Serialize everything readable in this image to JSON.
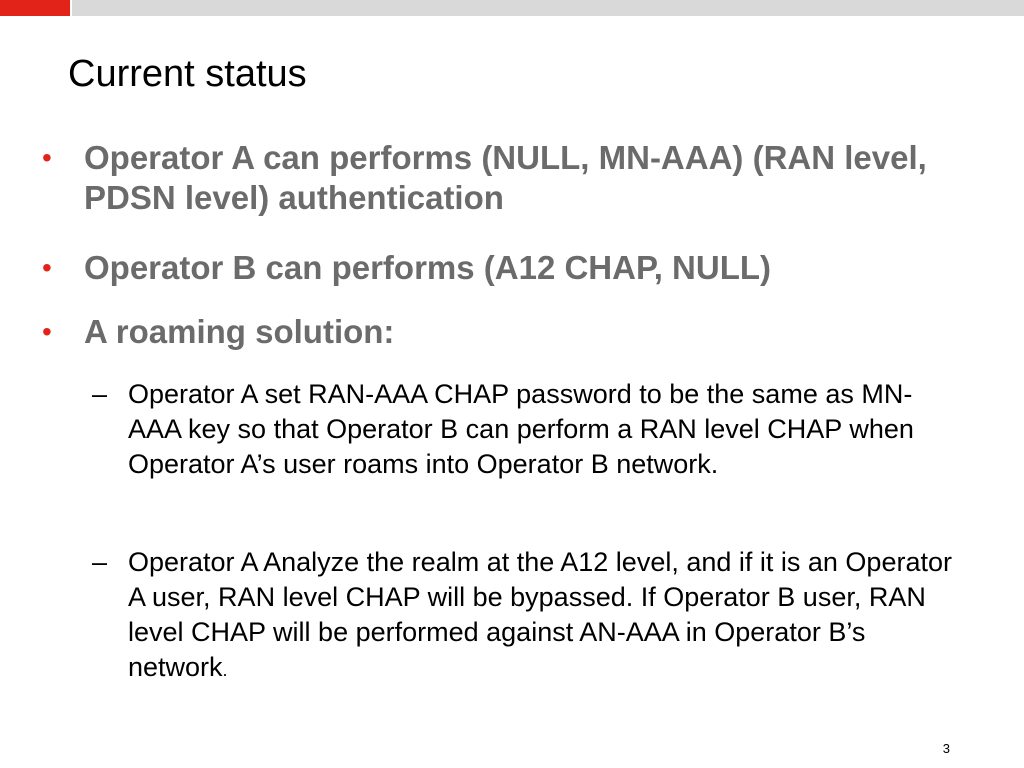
{
  "slide": {
    "title": "Current status",
    "bullets": [
      {
        "text": "Operator A can performs (NULL, MN-AAA) (RAN level, PDSN level) authentication"
      },
      {
        "text": "Operator B can performs (A12 CHAP, NULL)"
      },
      {
        "text": "A roaming solution:"
      }
    ],
    "sub_bullets": [
      {
        "text": "Operator A set RAN-AAA CHAP password to be the same as MN-AAA key so that Operator B can perform a RAN level CHAP when Operator A’s user roams into Operator B network."
      },
      {
        "text": "Operator A Analyze the realm at the A12 level, and if it is an Operator A user, RAN level CHAP will be bypassed. If Operator B user, RAN level CHAP will be performed against AN-AAA in Operator B’s network",
        "trailing": "."
      }
    ],
    "bullet_glyph": "•",
    "dash_glyph": "–",
    "page_number": "3"
  },
  "colors": {
    "accent": "#e2231a",
    "top_bar_gray": "#d9d9d9",
    "bullet_text": "#6b6b6b",
    "body_text": "#000000"
  }
}
